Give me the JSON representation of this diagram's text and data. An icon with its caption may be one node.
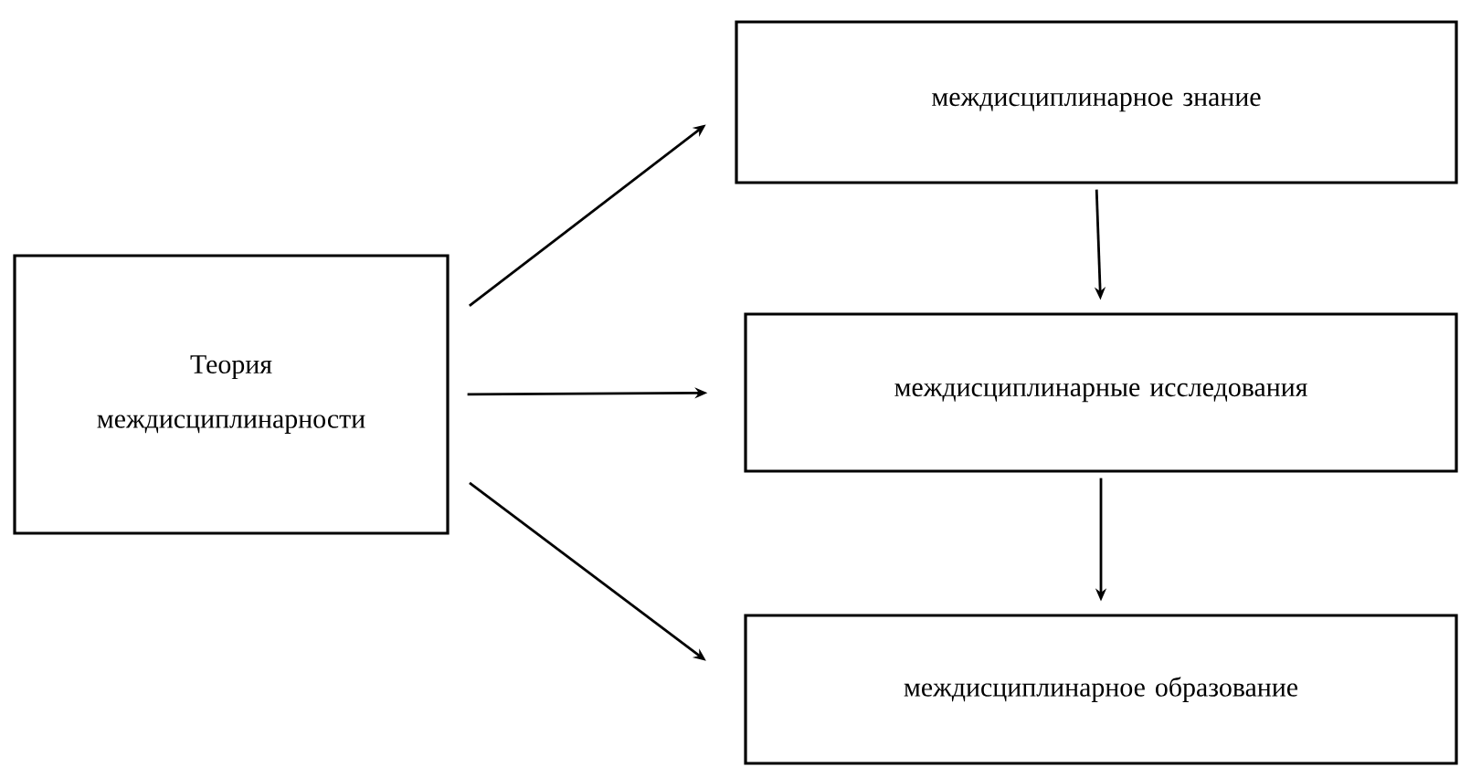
{
  "diagram": {
    "nodes": [
      {
        "text": [
          "Теория междисциплинарности"
        ]
      },
      {
        "text": [
          "междисциплинарное знание"
        ]
      },
      {
        "text": [
          "междисциплинарные исследования"
        ]
      },
      {
        "text": [
          "междисциплинарное образование"
        ]
      }
    ],
    "edges": [
      {
        "from": 0,
        "to": 1,
        "arrow": "to"
      },
      {
        "from": 0,
        "to": 2,
        "arrow": "to"
      },
      {
        "from": 0,
        "to": 3,
        "arrow": "to"
      },
      {
        "from": 1,
        "to": 2,
        "arrow": "to"
      },
      {
        "from": 2,
        "to": 3,
        "arrow": "to"
      }
    ]
  }
}
